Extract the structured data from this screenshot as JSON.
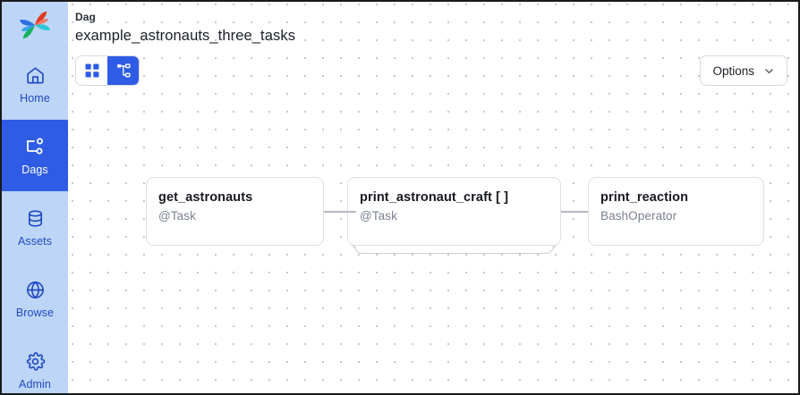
{
  "app": {
    "logo_name": "airflow-pinwheel-logo"
  },
  "sidebar": {
    "items": [
      {
        "label": "Home",
        "icon": "home-icon",
        "active": false
      },
      {
        "label": "Dags",
        "icon": "dags-icon",
        "active": true
      },
      {
        "label": "Assets",
        "icon": "database-icon",
        "active": false
      },
      {
        "label": "Browse",
        "icon": "globe-icon",
        "active": false
      },
      {
        "label": "Admin",
        "icon": "gear-icon",
        "active": false
      }
    ],
    "active_color": "#2f5ce5",
    "background_color": "#bdd6f7",
    "text_color": "#1f49c4"
  },
  "header": {
    "kicker": "Dag",
    "title": "example_astronauts_three_tasks"
  },
  "toolbar": {
    "view_buttons": [
      {
        "name": "grid-view",
        "icon": "grid-icon",
        "selected": false
      },
      {
        "name": "graph-view",
        "icon": "graph-icon",
        "selected": true
      }
    ],
    "options_label": "Options",
    "options_chevron": "chevron-down-icon"
  },
  "graph": {
    "nodes": [
      {
        "title": "get_astronauts",
        "subtitle": "@Task",
        "mapped": false
      },
      {
        "title": "print_astronaut_craft [ ]",
        "subtitle": "@Task",
        "mapped": true
      },
      {
        "title": "print_reaction",
        "subtitle": "BashOperator",
        "mapped": false
      }
    ],
    "edges": [
      {
        "from": "get_astronauts",
        "to": "print_astronaut_craft [ ]"
      },
      {
        "from": "print_astronaut_craft [ ]",
        "to": "print_reaction"
      }
    ],
    "node_border_color": "#dcdfe4",
    "edge_color": "#b6bac1",
    "canvas_dot_color": "#9a9a9a"
  }
}
